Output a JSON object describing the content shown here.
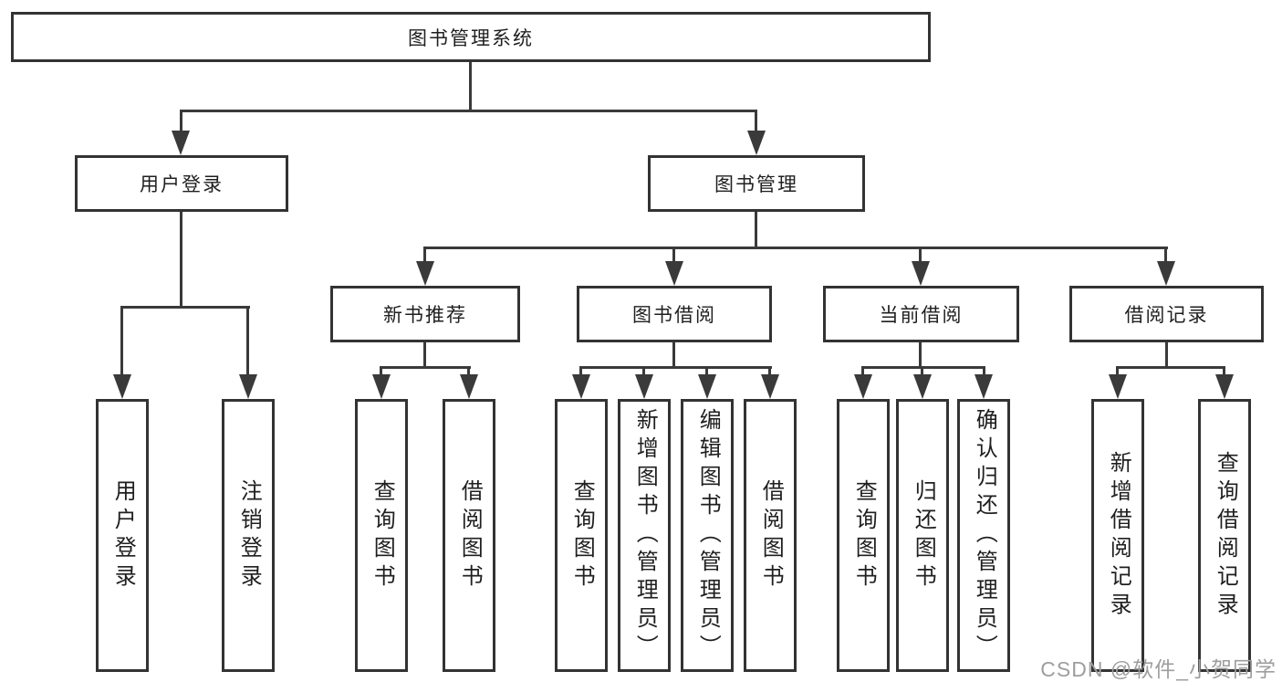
{
  "colors": {
    "line": "#3a3a3a",
    "box-border": "#333333",
    "text": "#1f1f1f",
    "watermark": "#9e9e9e",
    "bg": "#ffffff"
  },
  "watermark": {
    "text": "CSDN @软件_小贺同学"
  },
  "diagram": {
    "type": "hierarchy-tree",
    "root": {
      "label": "图书管理系统"
    },
    "level2": [
      {
        "label": "用户登录"
      },
      {
        "label": "图书管理"
      }
    ],
    "level3": [
      {
        "label": "新书推荐",
        "parent": "图书管理"
      },
      {
        "label": "图书借阅",
        "parent": "图书管理"
      },
      {
        "label": "当前借阅",
        "parent": "图书管理"
      },
      {
        "label": "借阅记录",
        "parent": "图书管理"
      }
    ],
    "leaves": [
      {
        "label": "用户登录",
        "parent": "用户登录"
      },
      {
        "label": "注销登录",
        "parent": "用户登录"
      },
      {
        "label": "查询图书",
        "parent": "新书推荐"
      },
      {
        "label": "借阅图书",
        "parent": "新书推荐"
      },
      {
        "label": "查询图书",
        "parent": "图书借阅"
      },
      {
        "label": "新增图书（管理员）",
        "parent": "图书借阅"
      },
      {
        "label": "编辑图书（管理员）",
        "parent": "图书借阅"
      },
      {
        "label": "借阅图书",
        "parent": "图书借阅"
      },
      {
        "label": "查询图书",
        "parent": "当前借阅"
      },
      {
        "label": "归还图书",
        "parent": "当前借阅"
      },
      {
        "label": "确认归还（管理员）",
        "parent": "当前借阅"
      },
      {
        "label": "新增借阅记录",
        "parent": "借阅记录"
      },
      {
        "label": "查询借阅记录",
        "parent": "借阅记录"
      }
    ]
  }
}
